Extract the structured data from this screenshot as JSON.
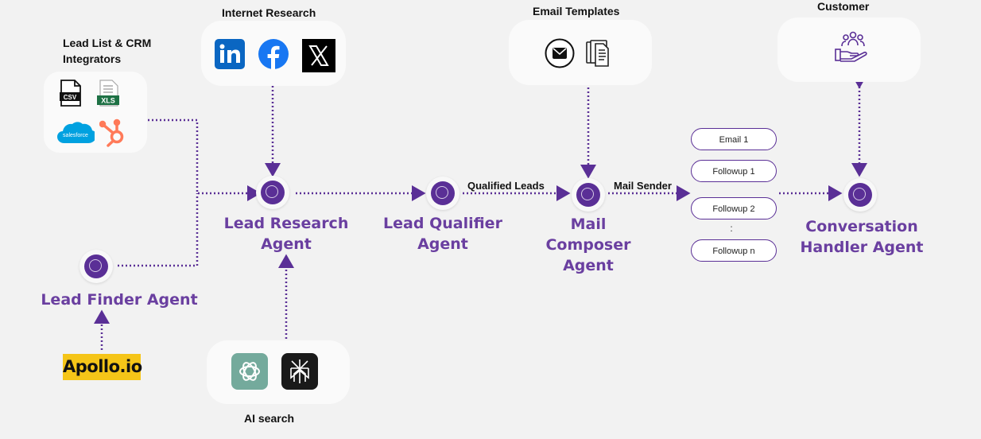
{
  "sources": {
    "internet_research": {
      "title": "Internet Research",
      "icons": [
        "linkedin-icon",
        "facebook-icon",
        "x-icon"
      ]
    },
    "email_templates": {
      "title": "Email Templates",
      "icons": [
        "mail-icon",
        "documents-icon"
      ]
    },
    "customer": {
      "title": "Customer",
      "icons": [
        "customer-hand-icon"
      ]
    },
    "crm": {
      "title_line1": "Lead List & CRM",
      "title_line2": "Integrators",
      "icons": [
        "csv-icon",
        "xls-icon",
        "salesforce-icon",
        "hubspot-icon"
      ],
      "csv_text": "CSV",
      "xls_text": "XLS",
      "salesforce_text": "salesforce"
    },
    "ai_search": {
      "title": "AI search",
      "icons": [
        "chatgpt-icon",
        "perplexity-icon"
      ]
    },
    "apollo": {
      "label": "Apollo.io",
      "icons": [
        "apollo-logo"
      ]
    }
  },
  "agents": {
    "lead_finder": {
      "label": "Lead Finder Agent"
    },
    "lead_research": {
      "line1": "Lead Research",
      "line2": "Agent"
    },
    "lead_qualifier": {
      "line1": "Lead Qualifier",
      "line2": "Agent"
    },
    "mail_composer": {
      "line1": "Mail",
      "line2": "Composer",
      "line3": "Agent"
    },
    "conversation_handler": {
      "line1": "Conversation",
      "line2": "Handler Agent"
    }
  },
  "edges": {
    "qualified_leads": "Qualified Leads",
    "mail_sender": "Mail Sender"
  },
  "sequence": {
    "email1": "Email 1",
    "followup1": "Followup 1",
    "followup2": "Followup 2",
    "followupn": "Followup n",
    "ellipsis": ":"
  },
  "colors": {
    "accent": "#5a2f96",
    "agent_text": "#6a3fa0",
    "apollo_bg": "#f5c518"
  }
}
